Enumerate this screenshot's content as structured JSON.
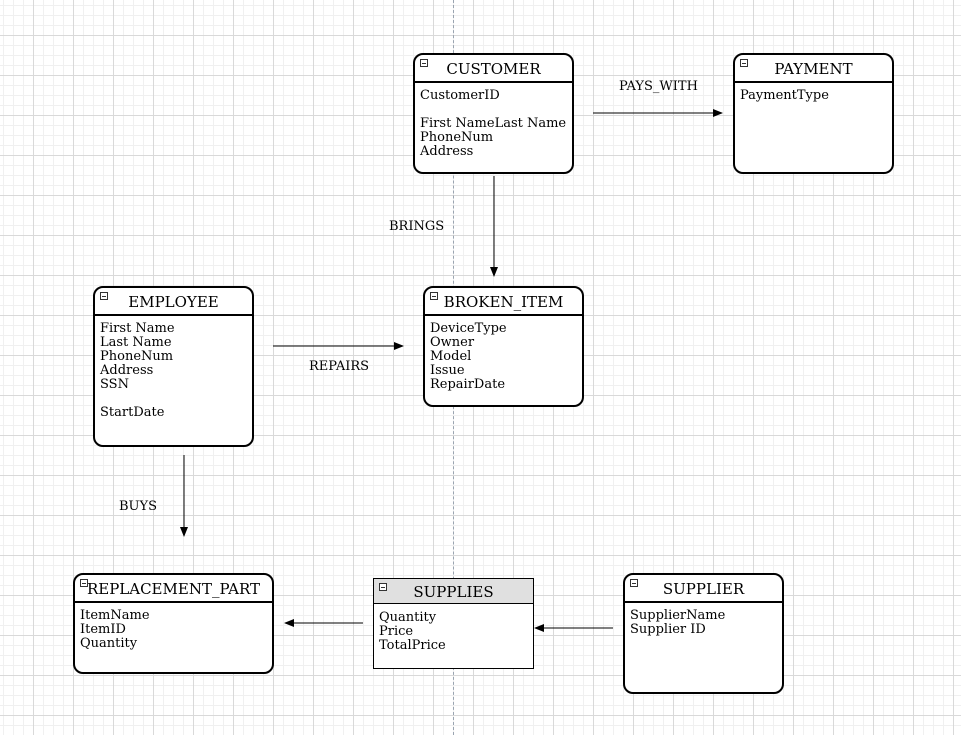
{
  "entities": {
    "customer": {
      "title": "CUSTOMER",
      "attrs": [
        "CustomerID",
        "First NameLast Name",
        "PhoneNum",
        "Address"
      ]
    },
    "payment": {
      "title": "PAYMENT",
      "attrs": [
        "PaymentType"
      ]
    },
    "employee": {
      "title": "EMPLOYEE",
      "attrs": [
        "First Name",
        "Last Name",
        "PhoneNum",
        "Address",
        "SSN",
        "StartDate"
      ]
    },
    "broken_item": {
      "title": "BROKEN_ITEM",
      "attrs": [
        "DeviceType",
        "Owner",
        "Model",
        "Issue",
        "RepairDate"
      ]
    },
    "replacement_part": {
      "title": "REPLACEMENT_PART",
      "attrs": [
        "ItemName",
        "ItemID",
        "Quantity"
      ]
    },
    "supplies": {
      "title": "SUPPLIES",
      "attrs": [
        "Quantity",
        "Price",
        "TotalPrice"
      ]
    },
    "supplier": {
      "title": "SUPPLIER",
      "attrs": [
        "SupplierName",
        "Supplier ID"
      ]
    }
  },
  "relationships": {
    "pays_with": "PAYS_WITH",
    "brings": "BRINGS",
    "repairs": "REPAIRS",
    "buys": "BUYS"
  }
}
